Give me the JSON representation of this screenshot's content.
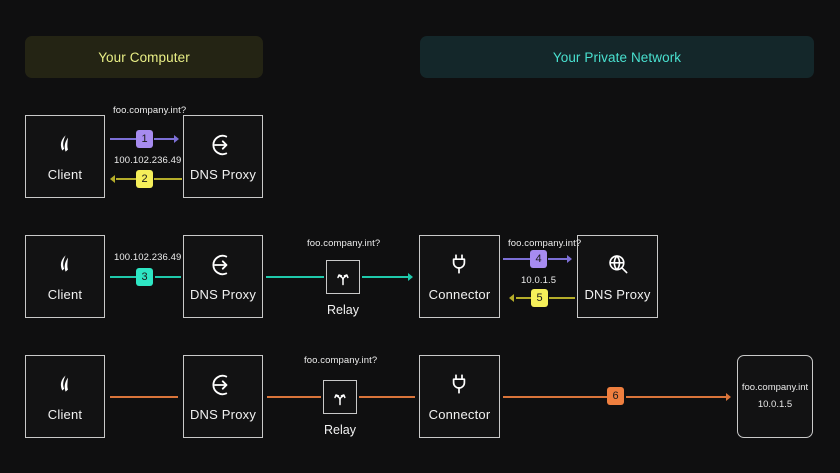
{
  "zones": {
    "left": {
      "label": "Your Computer",
      "bg": "#242414",
      "fg": "#e9ef86"
    },
    "right": {
      "label": "Your Private Network",
      "bg": "#14272a",
      "fg": "#49e0cf"
    }
  },
  "colors": {
    "background": "#0f0f10",
    "node_border": "#c9c9c9",
    "purple": "#a78bf0",
    "yellow": "#f5ef5a",
    "teal": "#2ee6c4",
    "orange": "#ef7f3f",
    "purple_line": "#7c6fd6",
    "yellow_line": "#b5ad2a",
    "teal_line": "#1fc9ab",
    "orange_line": "#d9743a"
  },
  "rows": [
    {
      "id": "row-1",
      "nodes": [
        {
          "name": "client",
          "label": "Client",
          "icon": "device-leaf-icon"
        },
        {
          "name": "dns-proxy",
          "label": "DNS Proxy",
          "icon": "arrow-into-circle-icon"
        }
      ],
      "edges": [
        {
          "text": "foo.company.int?",
          "badge": "1",
          "badge_color": "#a78bf0",
          "line_color": "#7c6fd6",
          "direction": "right"
        },
        {
          "text": "100.102.236.49",
          "badge": "2",
          "badge_color": "#f5ef5a",
          "line_color": "#b5ad2a",
          "direction": "left"
        }
      ]
    },
    {
      "id": "row-2",
      "nodes": [
        {
          "name": "client",
          "label": "Client",
          "icon": "device-leaf-icon"
        },
        {
          "name": "dns-proxy",
          "label": "DNS Proxy",
          "icon": "arrow-into-circle-icon"
        },
        {
          "name": "relay",
          "label": "Relay",
          "icon": "fork-shuffle-icon"
        },
        {
          "name": "connector",
          "label": "Connector",
          "icon": "power-plug-icon"
        },
        {
          "name": "dns-proxy-remote",
          "label": "DNS Proxy",
          "icon": "globe-search-icon"
        }
      ],
      "edges": [
        {
          "text": "100.102.236.49",
          "badge": "3",
          "badge_color": "#2ee6c4",
          "line_color": "#1fc9ab",
          "direction": "right"
        },
        {
          "text": "foo.company.int?",
          "badge": "",
          "badge_color": "",
          "line_color": "#1fc9ab",
          "direction": "right"
        },
        {
          "text": "foo.company.int?",
          "badge": "4",
          "badge_color": "#a78bf0",
          "line_color": "#7c6fd6",
          "direction": "right"
        },
        {
          "text": "10.0.1.5",
          "badge": "5",
          "badge_color": "#f5ef5a",
          "line_color": "#b5ad2a",
          "direction": "left"
        }
      ]
    },
    {
      "id": "row-3",
      "nodes": [
        {
          "name": "client",
          "label": "Client",
          "icon": "device-leaf-icon"
        },
        {
          "name": "dns-proxy",
          "label": "DNS Proxy",
          "icon": "arrow-into-circle-icon"
        },
        {
          "name": "relay",
          "label": "Relay",
          "icon": "fork-shuffle-icon"
        },
        {
          "name": "connector",
          "label": "Connector",
          "icon": "power-plug-icon"
        },
        {
          "name": "destination",
          "label": "",
          "icon": ""
        }
      ],
      "edges": [
        {
          "text": "",
          "badge": "",
          "badge_color": "",
          "line_color": "#d9743a",
          "direction": "none"
        },
        {
          "text": "foo.company.int?",
          "badge": "",
          "badge_color": "",
          "line_color": "#d9743a",
          "direction": "none"
        },
        {
          "text": "",
          "badge": "6",
          "badge_color": "#ef7f3f",
          "line_color": "#d9743a",
          "direction": "right"
        }
      ],
      "destination": {
        "host": "foo.company.int",
        "ip": "10.0.1.5"
      }
    }
  ]
}
